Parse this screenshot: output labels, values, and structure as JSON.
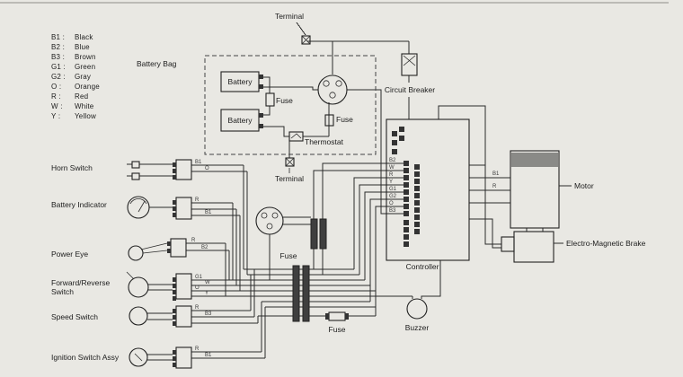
{
  "diagram": {
    "legend": {
      "items": [
        {
          "code": "B1",
          "name": "Black"
        },
        {
          "code": "B2",
          "name": "Blue"
        },
        {
          "code": "B3",
          "name": "Brown"
        },
        {
          "code": "G1",
          "name": "Green"
        },
        {
          "code": "G2",
          "name": "Gray"
        },
        {
          "code": "O",
          "name": "Orange"
        },
        {
          "code": "R",
          "name": "Red"
        },
        {
          "code": "W",
          "name": "White"
        },
        {
          "code": "Y",
          "name": "Yellow"
        }
      ]
    },
    "labels": {
      "battery_bag": "Battery Bag",
      "terminal_top": "Terminal",
      "terminal_bottom": "Terminal",
      "battery_1": "Battery",
      "battery_2": "Battery",
      "battery_fuse": "Fuse",
      "thermostat_fuse": "Fuse",
      "thermostat": "Thermostat",
      "circuit_breaker": "Circuit Breaker",
      "horn_switch": "Horn Switch",
      "battery_indicator": "Battery Indicator",
      "power_eye": "Power Eye",
      "forward_reverse_switch_l1": "Forward/Reverse",
      "forward_reverse_switch_l2": "Switch",
      "speed_switch": "Speed Switch",
      "ignition_switch_assy": "Ignition Switch Assy",
      "main_fuse": "Fuse",
      "controller": "Controller",
      "motor": "Motor",
      "electro_magnetic_brake": "Electro-Magnetic Brake",
      "bottom_fuse": "Fuse",
      "buzzer": "Buzzer"
    },
    "wire_tags": [
      "B1",
      "O",
      "R",
      "B1",
      "R",
      "B2",
      "G1",
      "W",
      "O",
      "Y",
      "R",
      "B3",
      "R",
      "B1",
      "B2",
      "W",
      "R",
      "Y",
      "G1",
      "G2",
      "O",
      "B3",
      "B1",
      "R"
    ],
    "colors": {
      "background": "#e9e8e3",
      "ink": "#2b2b2b"
    }
  }
}
